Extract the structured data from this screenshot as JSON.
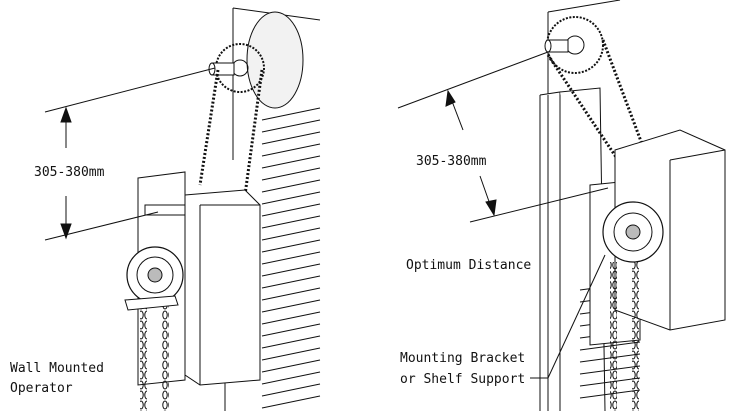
{
  "left_panel": {
    "dimension_label": "305-380mm",
    "caption_line1": "Wall Mounted",
    "caption_line2": "Operator"
  },
  "right_panel": {
    "dimension_label": "305-380mm",
    "optimum_label": "Optimum Distance",
    "bracket_label_line1": "Mounting Bracket",
    "bracket_label_line2": "or Shelf Support"
  },
  "colors": {
    "ink": "#111111",
    "paper": "#ffffff",
    "shade": "#d9d9d9"
  }
}
